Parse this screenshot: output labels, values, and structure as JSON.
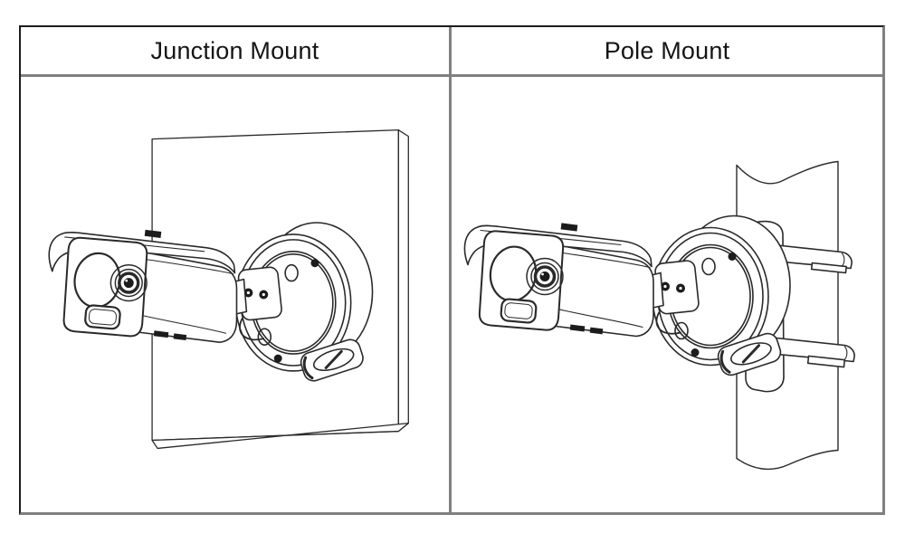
{
  "table": {
    "columns": [
      {
        "header": "Junction Mount",
        "diagram_name": "junction-mount-diagram",
        "diagram_description": "Bullet thermal camera attached to round junction box mounted on a flat wall panel"
      },
      {
        "header": "Pole Mount",
        "diagram_name": "pole-mount-diagram",
        "diagram_description": "Bullet thermal camera attached to round junction box strapped to a vertical pole with two through-bolts"
      }
    ]
  },
  "colors": {
    "background": "#ffffff",
    "line": "#2a2a2a",
    "dark_fill": "#1c1c1c",
    "grid_outer": "#1c1c1c",
    "grid_inner": "#808080"
  }
}
